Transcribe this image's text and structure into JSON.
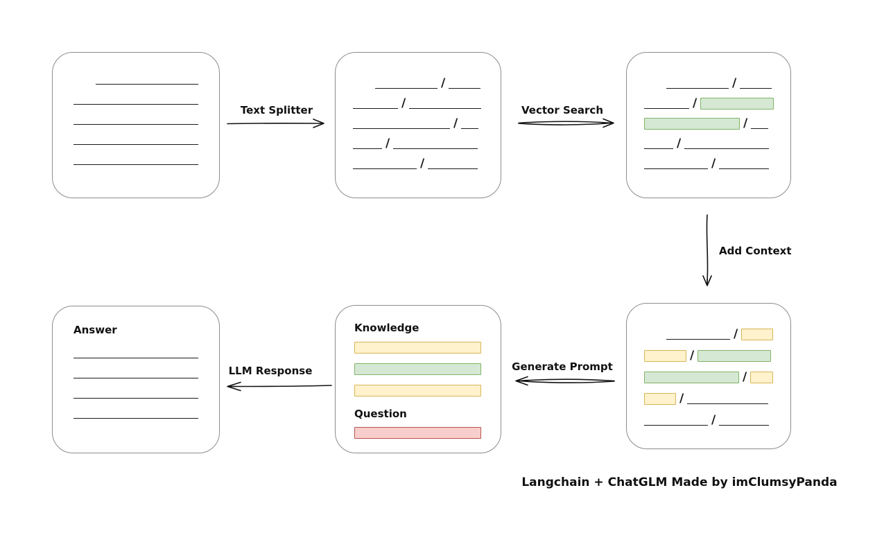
{
  "colors": {
    "green_fill": "#d5e8d4",
    "green_border": "#82b366",
    "yellow_fill": "#fff2cc",
    "yellow_border": "#d6b656",
    "red_fill": "#f8cecc",
    "red_border": "#b85450",
    "box_border": "#8c8c8c",
    "line": "#1a1a1a"
  },
  "glyphs": {
    "slash": "/"
  },
  "arrows": {
    "text_splitter": {
      "label": "Text Splitter",
      "direction": "right"
    },
    "vector_search": {
      "label": "Vector Search",
      "direction": "right"
    },
    "add_context": {
      "label": "Add Context",
      "direction": "down"
    },
    "generate_prompt": {
      "label": "Generate Prompt",
      "direction": "left"
    },
    "llm_response": {
      "label": "LLM Response",
      "direction": "left"
    }
  },
  "boxes": {
    "document": {
      "lines": [
        {
          "w": 148,
          "ml": 32
        },
        {
          "w": 180
        },
        {
          "w": 180
        },
        {
          "w": 180
        },
        {
          "w": 180
        }
      ]
    },
    "split_chunks": {
      "rows": [
        {
          "ml": 32,
          "segs": [
            {
              "t": "line",
              "w": 90
            },
            {
              "t": "slash"
            },
            {
              "t": "line",
              "w": 46
            }
          ]
        },
        {
          "ml": 0,
          "segs": [
            {
              "t": "line",
              "w": 65
            },
            {
              "t": "slash"
            },
            {
              "t": "line",
              "w": 104
            }
          ]
        },
        {
          "ml": 0,
          "segs": [
            {
              "t": "line",
              "w": 140
            },
            {
              "t": "slash"
            },
            {
              "t": "line",
              "w": 25
            }
          ]
        },
        {
          "ml": 0,
          "segs": [
            {
              "t": "line",
              "w": 42
            },
            {
              "t": "slash"
            },
            {
              "t": "line",
              "w": 122
            }
          ]
        },
        {
          "ml": 0,
          "segs": [
            {
              "t": "line",
              "w": 92
            },
            {
              "t": "slash"
            },
            {
              "t": "line",
              "w": 72
            }
          ]
        }
      ]
    },
    "search_chunks": {
      "rows": [
        {
          "ml": 32,
          "segs": [
            {
              "t": "line",
              "w": 90
            },
            {
              "t": "slash"
            },
            {
              "t": "line",
              "w": 46
            }
          ]
        },
        {
          "ml": 0,
          "segs": [
            {
              "t": "line",
              "w": 65
            },
            {
              "t": "slash"
            },
            {
              "t": "chunk",
              "c": "green",
              "w": 106
            }
          ]
        },
        {
          "ml": 0,
          "segs": [
            {
              "t": "chunk",
              "c": "green",
              "w": 138
            },
            {
              "t": "slash"
            },
            {
              "t": "line",
              "w": 25
            }
          ]
        },
        {
          "ml": 0,
          "segs": [
            {
              "t": "line",
              "w": 42
            },
            {
              "t": "slash"
            },
            {
              "t": "line",
              "w": 122
            }
          ]
        },
        {
          "ml": 0,
          "segs": [
            {
              "t": "line",
              "w": 92
            },
            {
              "t": "slash"
            },
            {
              "t": "line",
              "w": 72
            }
          ]
        }
      ]
    },
    "context_chunks": {
      "rows": [
        {
          "ml": 32,
          "segs": [
            {
              "t": "line",
              "w": 92
            },
            {
              "t": "slash"
            },
            {
              "t": "chunk",
              "c": "yellow",
              "w": 46
            }
          ]
        },
        {
          "ml": 0,
          "segs": [
            {
              "t": "chunk",
              "c": "yellow",
              "w": 61
            },
            {
              "t": "slash"
            },
            {
              "t": "chunk",
              "c": "green",
              "w": 106
            }
          ]
        },
        {
          "ml": 0,
          "segs": [
            {
              "t": "chunk",
              "c": "green",
              "w": 137
            },
            {
              "t": "slash"
            },
            {
              "t": "chunk",
              "c": "yellow",
              "w": 33
            }
          ]
        },
        {
          "ml": 0,
          "segs": [
            {
              "t": "chunk",
              "c": "yellow",
              "w": 46
            },
            {
              "t": "slash"
            },
            {
              "t": "line",
              "w": 117
            }
          ]
        },
        {
          "ml": 0,
          "segs": [
            {
              "t": "line",
              "w": 92
            },
            {
              "t": "slash"
            },
            {
              "t": "line",
              "w": 72
            }
          ]
        }
      ]
    },
    "prompt": {
      "knowledge_label": "Knowledge",
      "knowledge_bars": [
        {
          "color": "yellow"
        },
        {
          "color": "green"
        },
        {
          "color": "yellow"
        }
      ],
      "question_label": "Question",
      "question_bars": [
        {
          "color": "red"
        }
      ]
    },
    "answer": {
      "label": "Answer",
      "lines": [
        {
          "w": 180
        },
        {
          "w": 180
        },
        {
          "w": 180
        },
        {
          "w": 180
        }
      ]
    }
  },
  "footer": {
    "credit": "Langchain + ChatGLM Made by imClumsyPanda"
  }
}
